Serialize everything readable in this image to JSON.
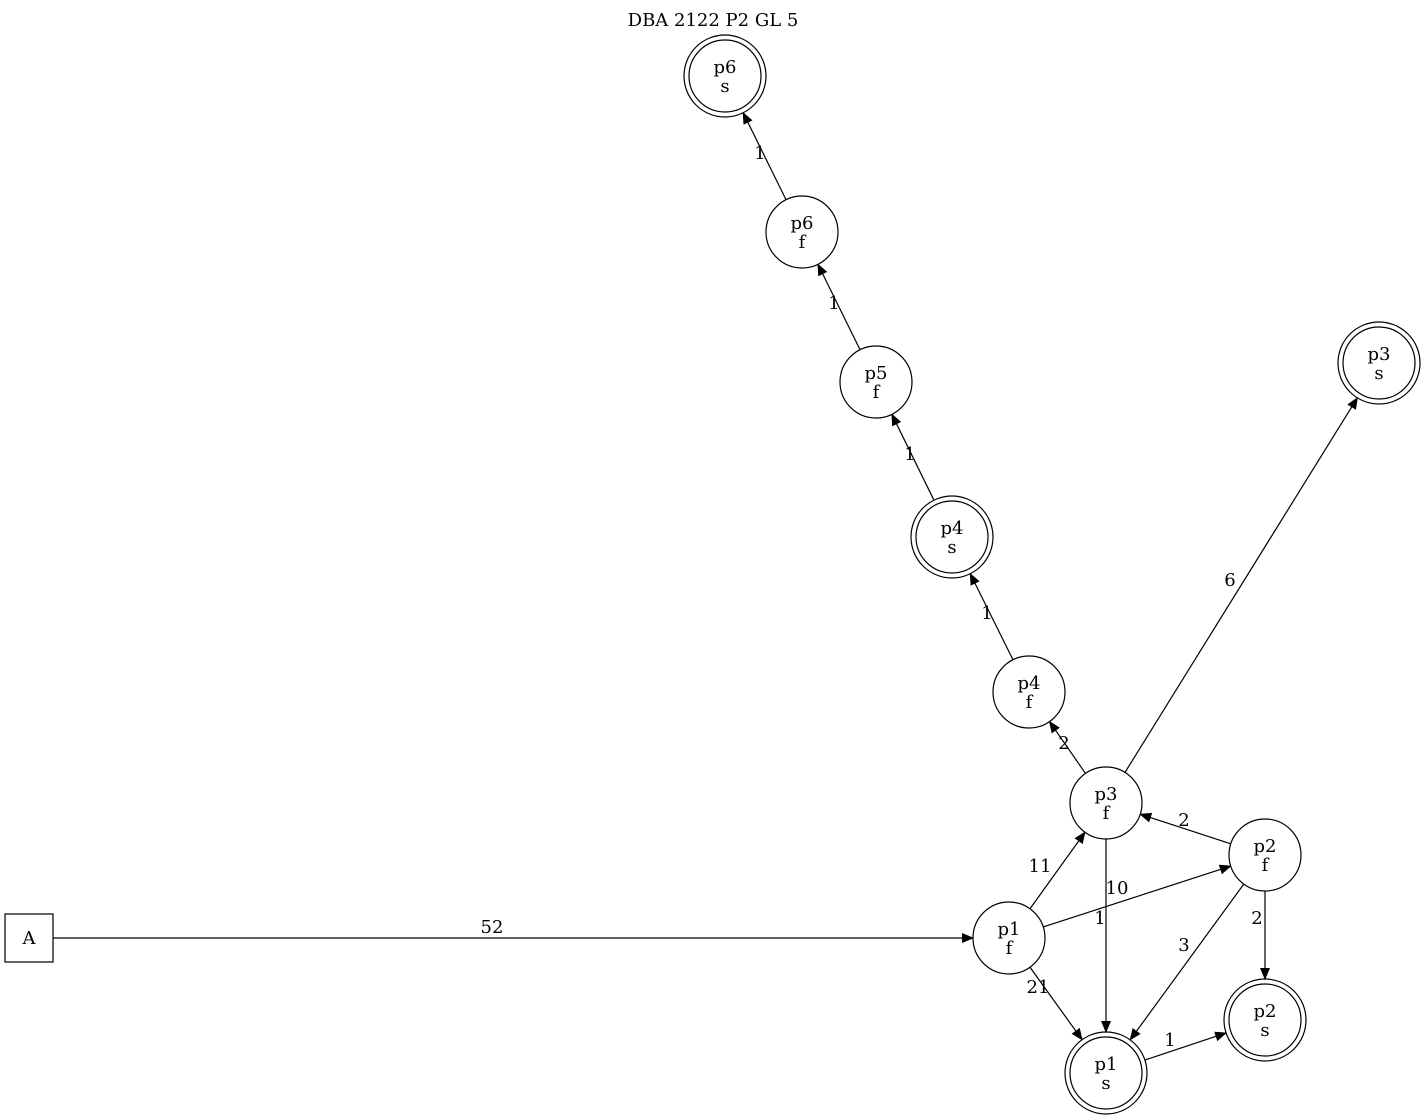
{
  "title": "DBA 2122 P2 GL 5",
  "nodes": [
    {
      "id": "A",
      "line1": "A",
      "line2": "",
      "shape": "box"
    },
    {
      "id": "p1f",
      "line1": "p1",
      "line2": "f",
      "shape": "circle"
    },
    {
      "id": "p1s",
      "line1": "p1",
      "line2": "s",
      "shape": "doublecircle"
    },
    {
      "id": "p2f",
      "line1": "p2",
      "line2": "f",
      "shape": "circle"
    },
    {
      "id": "p2s",
      "line1": "p2",
      "line2": "s",
      "shape": "doublecircle"
    },
    {
      "id": "p3f",
      "line1": "p3",
      "line2": "f",
      "shape": "circle"
    },
    {
      "id": "p3s",
      "line1": "p3",
      "line2": "s",
      "shape": "doublecircle"
    },
    {
      "id": "p4f",
      "line1": "p4",
      "line2": "f",
      "shape": "circle"
    },
    {
      "id": "p4s",
      "line1": "p4",
      "line2": "s",
      "shape": "doublecircle"
    },
    {
      "id": "p5f",
      "line1": "p5",
      "line2": "f",
      "shape": "circle"
    },
    {
      "id": "p6f",
      "line1": "p6",
      "line2": "f",
      "shape": "circle"
    },
    {
      "id": "p6s",
      "line1": "p6",
      "line2": "s",
      "shape": "doublecircle"
    }
  ],
  "edges": [
    {
      "from": "A",
      "to": "p1f",
      "label": "52"
    },
    {
      "from": "p1f",
      "to": "p3f",
      "label": "11"
    },
    {
      "from": "p1f",
      "to": "p2f",
      "label": "1"
    },
    {
      "from": "p1f",
      "to": "p1s",
      "label": "21"
    },
    {
      "from": "p3f",
      "to": "p1s",
      "label": "10"
    },
    {
      "from": "p3f",
      "to": "p4f",
      "label": "2"
    },
    {
      "from": "p3f",
      "to": "p3s",
      "label": "6"
    },
    {
      "from": "p2f",
      "to": "p3f",
      "label": "2"
    },
    {
      "from": "p2f",
      "to": "p1s",
      "label": "3"
    },
    {
      "from": "p2f",
      "to": "p2s",
      "label": "2"
    },
    {
      "from": "p1s",
      "to": "p2s",
      "label": "1"
    },
    {
      "from": "p4f",
      "to": "p4s",
      "label": "1"
    },
    {
      "from": "p4s",
      "to": "p5f",
      "label": "1"
    },
    {
      "from": "p5f",
      "to": "p6f",
      "label": "1"
    },
    {
      "from": "p6f",
      "to": "p6s",
      "label": "1"
    }
  ]
}
